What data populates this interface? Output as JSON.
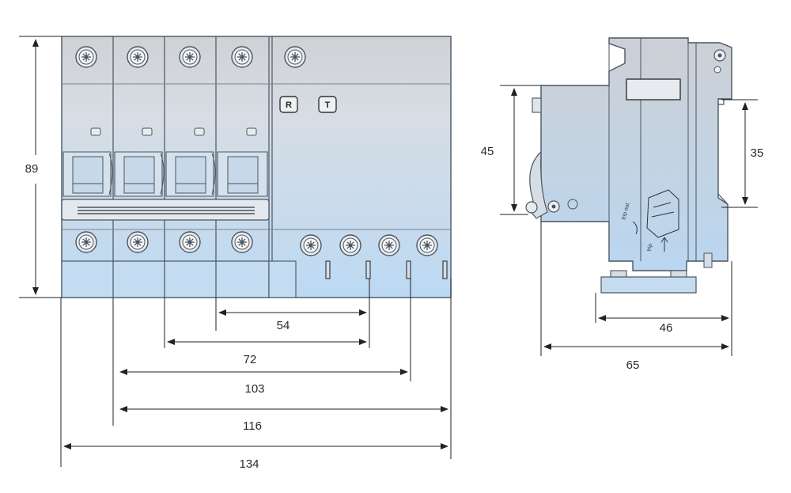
{
  "front_view": {
    "dimensions": {
      "height": "89",
      "d54": "54",
      "d72": "72",
      "d103": "103",
      "d116": "116",
      "d134": "134"
    },
    "buttons": {
      "reset": "R",
      "test": "T"
    }
  },
  "side_view": {
    "dimensions": {
      "height45": "45",
      "rail35": "35",
      "depth46": "46",
      "depth65": "65"
    },
    "labels": {
      "trip_out": "trip out",
      "trip_in": "trip"
    }
  },
  "colors": {
    "body_top": "#c9ccd1",
    "body_bottom": "#c6dff5",
    "outline": "#4a5560",
    "dim_line": "#222222"
  }
}
